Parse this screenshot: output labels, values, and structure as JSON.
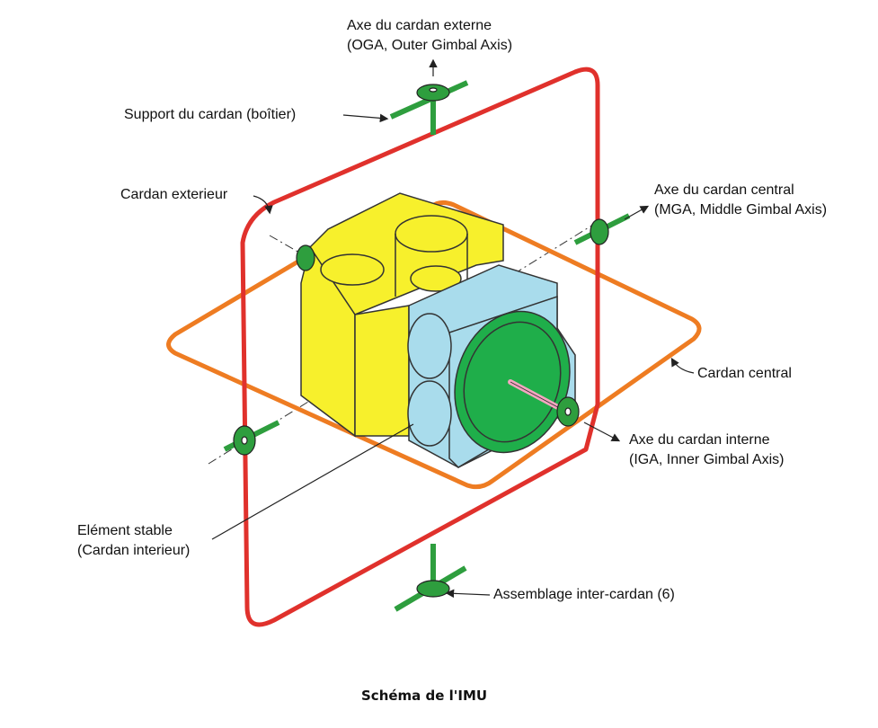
{
  "caption": "Schéma de l'IMU",
  "colors": {
    "outer_gimbal": "#e0312c",
    "middle_gimbal": "#ee7c22",
    "stable_element_yellow": "#f7f02c",
    "stable_element_blue": "#a9dcec",
    "gyro_disc": "#1fae4a",
    "axis_green": "#2e9e3e",
    "spin_axis": "#f4a6c0"
  },
  "labels": {
    "oga": {
      "line1": "Axe du cardan externe",
      "line2": "(OGA, Outer Gimbal Axis)"
    },
    "support": "Support du cardan (boîtier)",
    "outer_gimbal": "Cardan exterieur",
    "mga": {
      "line1": "Axe du cardan central",
      "line2": "(MGA, Middle Gimbal Axis)"
    },
    "middle_gimbal": "Cardan central",
    "iga": {
      "line1": "Axe du cardan interne",
      "line2": "(IGA, Inner Gimbal Axis)"
    },
    "stable_element": {
      "line1": "Elément stable",
      "line2": "(Cardan interieur)"
    },
    "assembly": "Assemblage inter-cardan (6)"
  }
}
